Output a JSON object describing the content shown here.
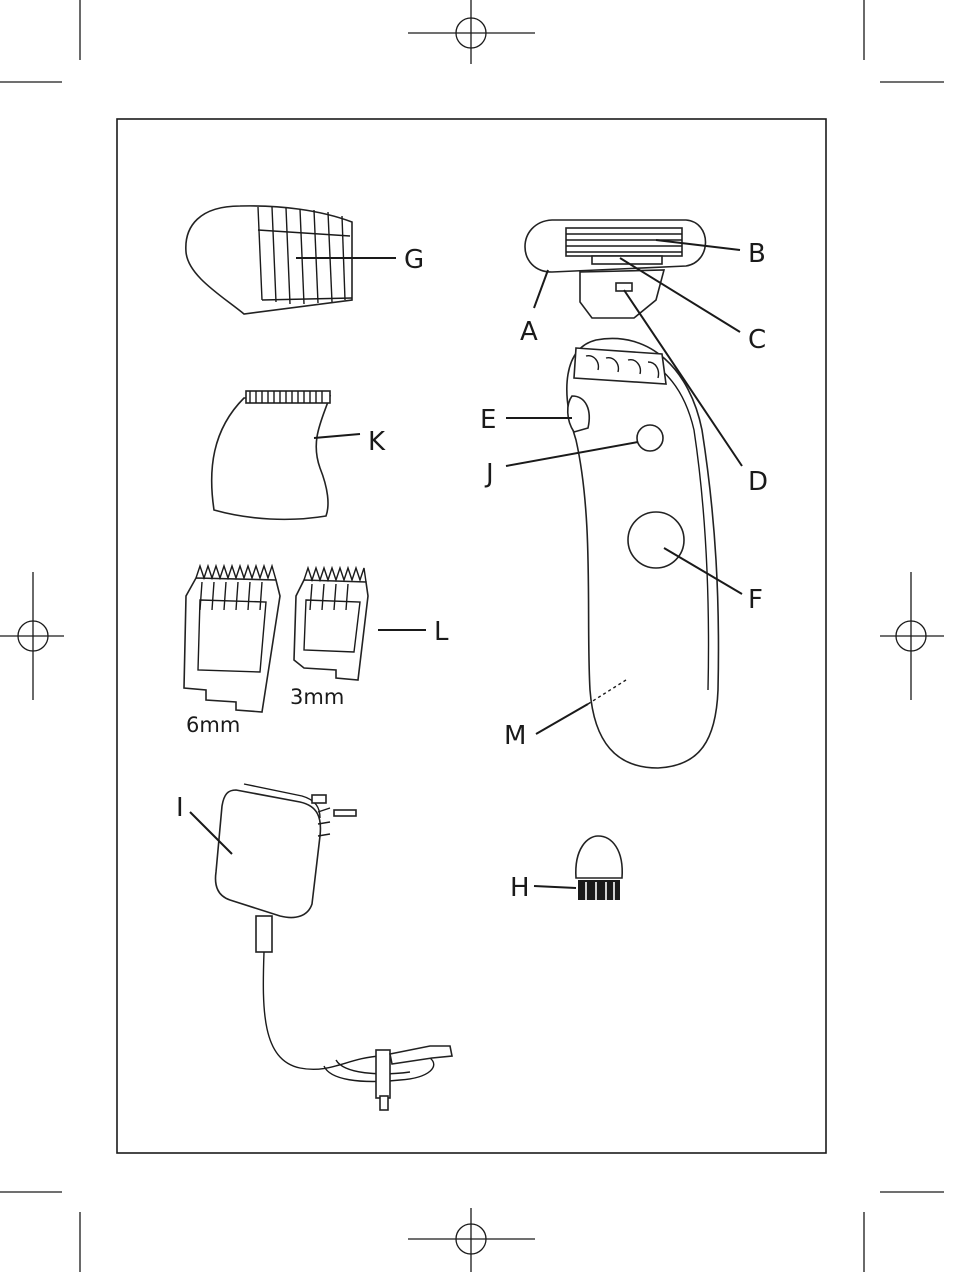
{
  "labels": {
    "A": "A",
    "B": "B",
    "C": "C",
    "D": "D",
    "E": "E",
    "F": "F",
    "G": "G",
    "H": "H",
    "I": "I",
    "J": "J",
    "K": "K",
    "L": "L",
    "M": "M"
  },
  "comb_sizes": {
    "large": "6mm",
    "small": "3mm"
  }
}
